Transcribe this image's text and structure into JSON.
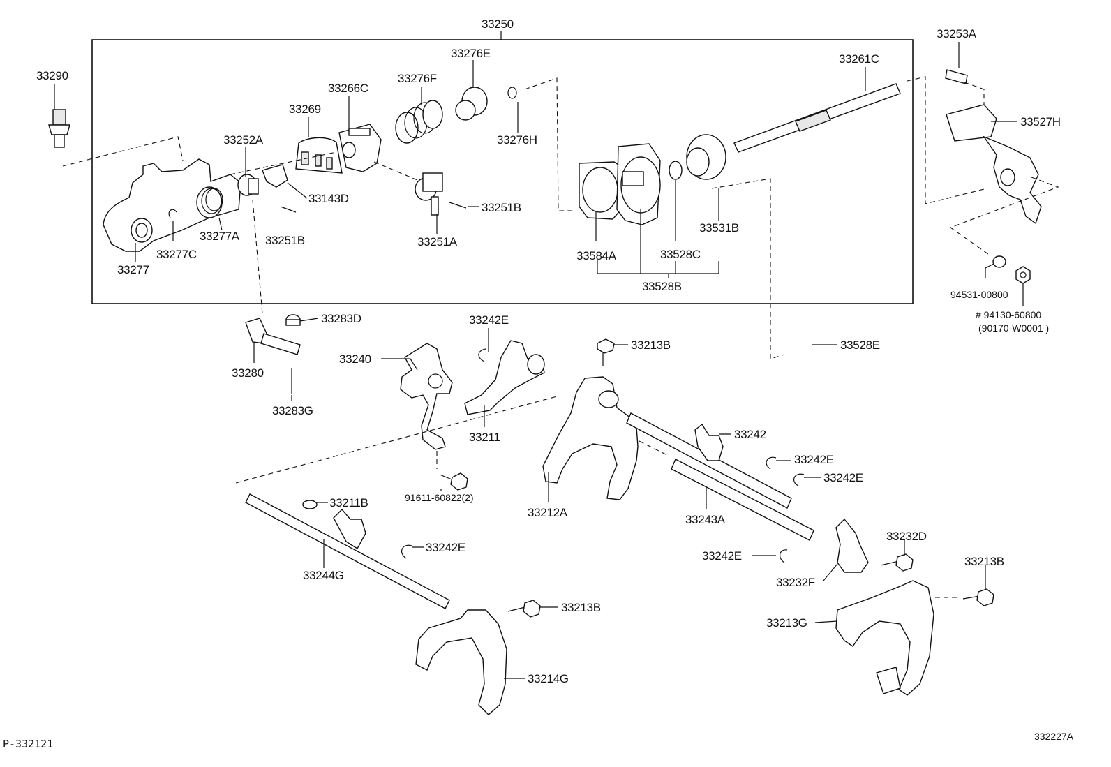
{
  "assembly_label": "33250",
  "footer": {
    "left_code": "P-332121",
    "right_code": "332227A"
  },
  "labels": {
    "p33290": "33290",
    "p33252A": "33252A",
    "p33269": "33269",
    "p33266C": "33266C",
    "p33276F": "33276F",
    "p33276E": "33276E",
    "p33276H": "33276H",
    "p33261C": "33261C",
    "p33253A": "33253A",
    "p33527H": "33527H",
    "p33143D": "33143D",
    "p33251B_a": "33251B",
    "p33251B_b": "33251B",
    "p33251A": "33251A",
    "p33277": "33277",
    "p33277C": "33277C",
    "p33277A": "33277A",
    "p33584A": "33584A",
    "p33528C": "33528C",
    "p33531B": "33531B",
    "p33528B": "33528B",
    "p94531": "94531-00800",
    "p94130": "# 94130-60800",
    "p90170": "(90170-W0001 )",
    "p33283D": "33283D",
    "p33280": "33280",
    "p33283G": "33283G",
    "p33240": "33240",
    "p33242E_a": "33242E",
    "p33211": "33211",
    "p33213B_a": "33213B",
    "p33528E": "33528E",
    "p33242": "33242",
    "p33242E_b": "33242E",
    "p33242E_c": "33242E",
    "p91611": "91611-60822(2)",
    "p33211B": "33211B",
    "p33212A": "33212A",
    "p33243A": "33243A",
    "p33242E_d": "33242E",
    "p33232D": "33232D",
    "p33213B_b": "33213B",
    "p33244G": "33244G",
    "p33242E_e": "33242E",
    "p33232F": "33232F",
    "p33213G": "33213G",
    "p33213B_c": "33213B",
    "p33214G": "33214G"
  }
}
